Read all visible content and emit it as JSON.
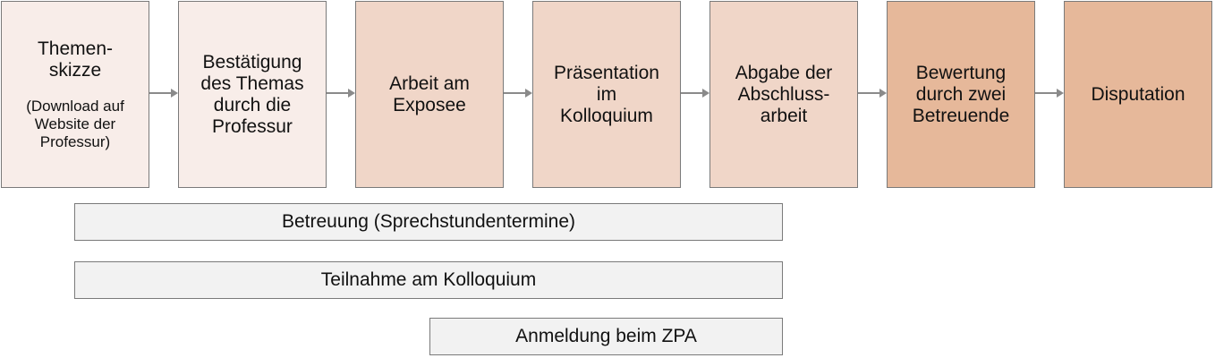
{
  "steps": [
    {
      "id": "themenskizze",
      "title": "Themen-\nskizze",
      "note": "(Download auf\nWebsite der\nProfessur)"
    },
    {
      "id": "bestaetigung",
      "title": "Bestätigung\ndes Themas\ndurch die\nProfessur"
    },
    {
      "id": "arbeit-am-exposee",
      "title": "Arbeit am\nExposee"
    },
    {
      "id": "praesentation",
      "title": "Präsentation\nim\nKolloquium"
    },
    {
      "id": "abgabe",
      "title": "Abgabe der\nAbschluss-\narbeit"
    },
    {
      "id": "bewertung",
      "title": "Bewertung\ndurch zwei\nBetreuende"
    },
    {
      "id": "disputation",
      "title": "Disputation"
    }
  ],
  "phases": [
    {
      "id": "betreuung",
      "label": "Betreuung (Sprechstundentermine)"
    },
    {
      "id": "teilnahme",
      "label": "Teilnahme am Kolloquium"
    },
    {
      "id": "anmeldung",
      "label": "Anmeldung beim ZPA"
    }
  ],
  "colors": {
    "step_light": "#f8ede9",
    "step_medium": "#f0d6c8",
    "step_dark": "#e6b89a",
    "phase_bar": "#f2f2f2",
    "border": "#7a7a7a",
    "arrow": "#8a8a8a"
  }
}
